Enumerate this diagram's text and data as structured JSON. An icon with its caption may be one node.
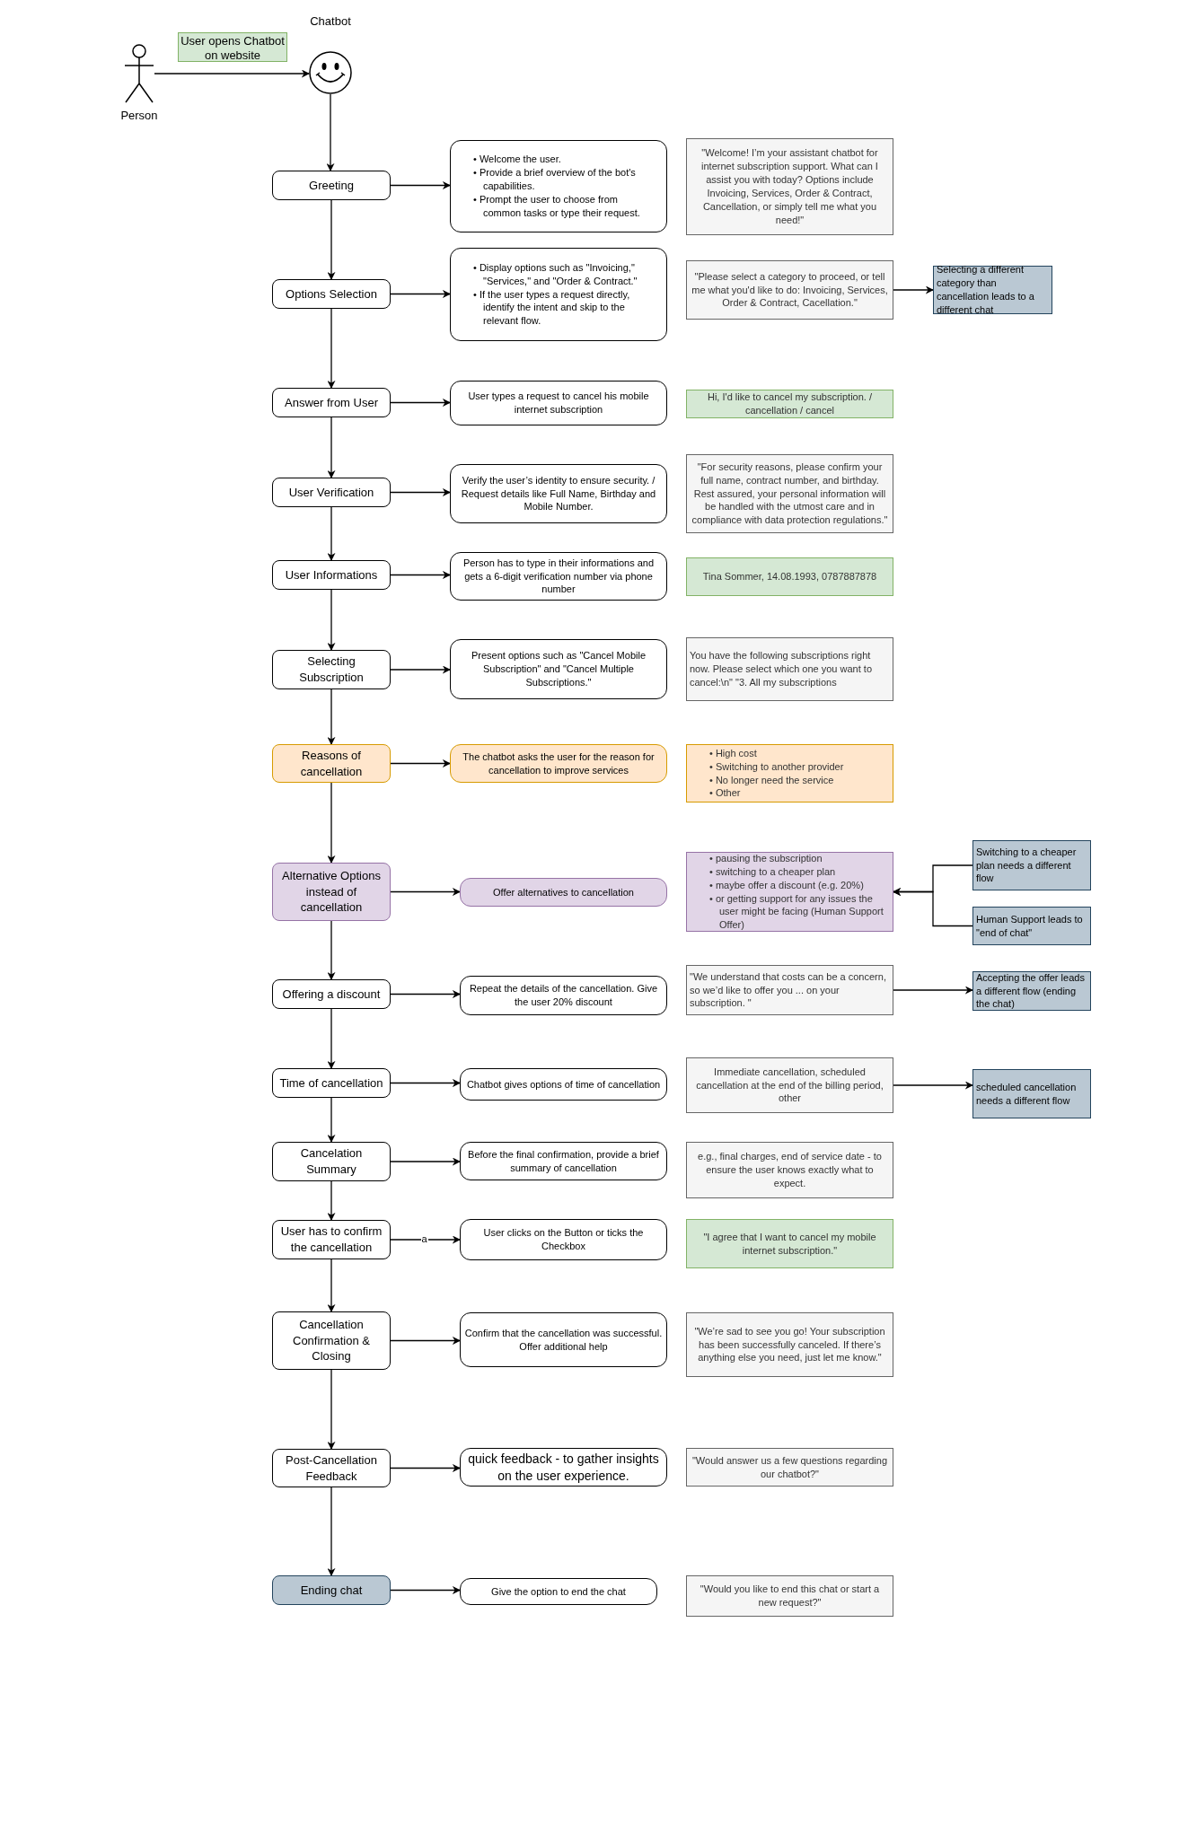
{
  "diagram": {
    "nodes": [
      {
        "text": [
          "Person"
        ]
      },
      {
        "text": [
          "Chatbot"
        ]
      },
      {
        "text": [
          "Greeting"
        ]
      },
      {
        "text": [
          "• Welcome the user.",
          "• Provide a brief overview of the bot's capabilities.",
          "• Prompt the user to choose from common tasks or type their request."
        ]
      },
      {
        "text": [
          "\"Welcome! I’m your assistant chatbot for internet subscription support. What can I assist you with today? Options include Invoicing, Services, Order & Contract, Cancellation, or simply tell me what you need!\""
        ]
      },
      {
        "text": [
          "Options Selection"
        ]
      },
      {
        "text": [
          "• Display options such as \"Invoicing,\" \"Services,\" and \"Order & Contract.\"",
          "• If the user types a request directly, identify the intent and skip to the relevant flow."
        ]
      },
      {
        "text": [
          "\"Please select a category to proceed, or tell me what you'd like to do: Invoicing, Services, Order & Contract, Cacellation.\""
        ]
      },
      {
        "text": [
          "Selecting a different category than cancellation leads to a different chat"
        ]
      },
      {
        "text": [
          "Answer from User"
        ]
      },
      {
        "text": [
          "User types a request to cancel his mobile internet subscription"
        ]
      },
      {
        "text": [
          "Hi, I'd like to cancel my subscription. / cancellation / cancel"
        ]
      },
      {
        "text": [
          "User Verification"
        ]
      },
      {
        "text": [
          "Verify the user’s identity to ensure security. / Request details like Full Name, Birthday and Mobile Number."
        ]
      },
      {
        "text": [
          "\"For security reasons, please confirm your full name, contract number, and birthday. Rest assured, your personal information will be handled with the utmost care and in compliance with data protection regulations.\""
        ]
      },
      {
        "text": [
          "User Informations"
        ]
      },
      {
        "text": [
          "Person has to type in their informations and gets a 6-digit verification number via phone number"
        ]
      },
      {
        "text": [
          "Tina Sommer, 14.08.1993, 0787887878"
        ]
      },
      {
        "text": [
          "Selecting Subscription"
        ]
      },
      {
        "text": [
          "Present options such as \"Cancel Mobile Subscription\" and \"Cancel Multiple Subscriptions.\""
        ]
      },
      {
        "text": [
          "You have the following subscriptions right now. Please select which one you want to cancel:\\n\" \"3. All my subscriptions"
        ]
      },
      {
        "text": [
          "Reasons of cancellation"
        ]
      },
      {
        "text": [
          "The chatbot asks the user for the reason for cancellation to improve services"
        ]
      },
      {
        "text": [
          "• High cost",
          "• Switching to another provider",
          "• No longer need the service",
          "• Other"
        ]
      },
      {
        "text": [
          "Alternative Options instead of cancellation"
        ]
      },
      {
        "text": [
          "Offer alternatives to cancellation"
        ]
      },
      {
        "text": [
          "• pausing the subscription",
          "• switching to a cheaper plan",
          "• maybe offer a discount (e.g. 20%)",
          "• or getting support for any issues the user might be facing (Human Support Offer)"
        ]
      },
      {
        "text": [
          "Switching to a cheaper plan needs a different flow"
        ]
      },
      {
        "text": [
          "Human Support leads to \"end of chat\""
        ]
      },
      {
        "text": [
          "Offering a discount"
        ]
      },
      {
        "text": [
          "Repeat the details of the cancellation. Give the user 20% discount"
        ]
      },
      {
        "text": [
          "\"We understand that costs can be a concern, so we’d like to offer you ...  on your subscription. \""
        ]
      },
      {
        "text": [
          "Accepting the offer leads a different flow (ending the chat)"
        ]
      },
      {
        "text": [
          "Time of cancellation"
        ]
      },
      {
        "text": [
          "Chatbot gives options of time of cancellation"
        ]
      },
      {
        "text": [
          "Immediate cancellation, scheduled cancellation at the end of the billing period, other"
        ]
      },
      {
        "text": [
          "scheduled cancellation needs a different flow"
        ]
      },
      {
        "text": [
          "Cancelation Summary"
        ]
      },
      {
        "text": [
          "Before the final confirmation, provide a brief summary of cancellation"
        ]
      },
      {
        "text": [
          "e.g., final charges, end of service date - to ensure the user knows exactly what to expect."
        ]
      },
      {
        "text": [
          "User has to confirm the cancellation"
        ]
      },
      {
        "text": [
          "User clicks on the Button or ticks the Checkbox"
        ]
      },
      {
        "text": [
          "\"I agree that I want to cancel my mobile internet subscription.\""
        ]
      },
      {
        "text": [
          "Cancellation Confirmation & Closing"
        ]
      },
      {
        "text": [
          "Confirm that the cancellation was successful. Offer additional help"
        ]
      },
      {
        "text": [
          "\"We’re sad to see you go! Your subscription has been successfully canceled. If there’s anything else you need, just let me know.\""
        ]
      },
      {
        "text": [
          "Post-Cancellation Feedback"
        ]
      },
      {
        "text": [
          "quick feedback - to gather insights on the user experience."
        ]
      },
      {
        "text": [
          "\"Would answer us a few questions regarding our chatbot?\""
        ]
      },
      {
        "text": [
          "Ending chat"
        ]
      },
      {
        "text": [
          "Give the option to end the chat"
        ]
      },
      {
        "text": [
          "\"Would you like to end this chat or start a new request?\""
        ]
      }
    ],
    "edges": [
      {
        "from": 0,
        "to": 1,
        "arrow": "to",
        "label": "User opens Chatbot on website"
      },
      {
        "from": 1,
        "to": 2,
        "arrow": "to"
      },
      {
        "from": 2,
        "to": 5,
        "arrow": "to"
      },
      {
        "from": 5,
        "to": 9,
        "arrow": "to"
      },
      {
        "from": 9,
        "to": 12,
        "arrow": "to"
      },
      {
        "from": 12,
        "to": 15,
        "arrow": "to"
      },
      {
        "from": 15,
        "to": 18,
        "arrow": "to"
      },
      {
        "from": 18,
        "to": 21,
        "arrow": "to"
      },
      {
        "from": 21,
        "to": 24,
        "arrow": "to"
      },
      {
        "from": 24,
        "to": 29,
        "arrow": "to"
      },
      {
        "from": 29,
        "to": 33,
        "arrow": "to"
      },
      {
        "from": 33,
        "to": 37,
        "arrow": "to"
      },
      {
        "from": 37,
        "to": 40,
        "arrow": "to"
      },
      {
        "from": 40,
        "to": 43,
        "arrow": "to"
      },
      {
        "from": 43,
        "to": 46,
        "arrow": "to"
      },
      {
        "from": 46,
        "to": 49,
        "arrow": "to"
      },
      {
        "from": 2,
        "to": 3,
        "arrow": "to"
      },
      {
        "from": 5,
        "to": 6,
        "arrow": "to"
      },
      {
        "from": 9,
        "to": 10,
        "arrow": "to"
      },
      {
        "from": 12,
        "to": 13,
        "arrow": "to"
      },
      {
        "from": 15,
        "to": 16,
        "arrow": "to"
      },
      {
        "from": 18,
        "to": 19,
        "arrow": "to"
      },
      {
        "from": 21,
        "to": 22,
        "arrow": "to"
      },
      {
        "from": 24,
        "to": 25,
        "arrow": "to"
      },
      {
        "from": 29,
        "to": 30,
        "arrow": "to"
      },
      {
        "from": 33,
        "to": 34,
        "arrow": "to"
      },
      {
        "from": 37,
        "to": 38,
        "arrow": "to"
      },
      {
        "from": 40,
        "to": 41,
        "arrow": "to",
        "label": "a"
      },
      {
        "from": 43,
        "to": 44,
        "arrow": "to"
      },
      {
        "from": 46,
        "to": 47,
        "arrow": "to"
      },
      {
        "from": 49,
        "to": 50,
        "arrow": "to"
      },
      {
        "from": 7,
        "to": 8,
        "arrow": "to"
      },
      {
        "from": 27,
        "to": 26,
        "arrow": "to"
      },
      {
        "from": 28,
        "to": 26,
        "arrow": "to"
      },
      {
        "from": 31,
        "to": 32,
        "arrow": "to"
      },
      {
        "from": 35,
        "to": 36,
        "arrow": "to"
      }
    ]
  }
}
